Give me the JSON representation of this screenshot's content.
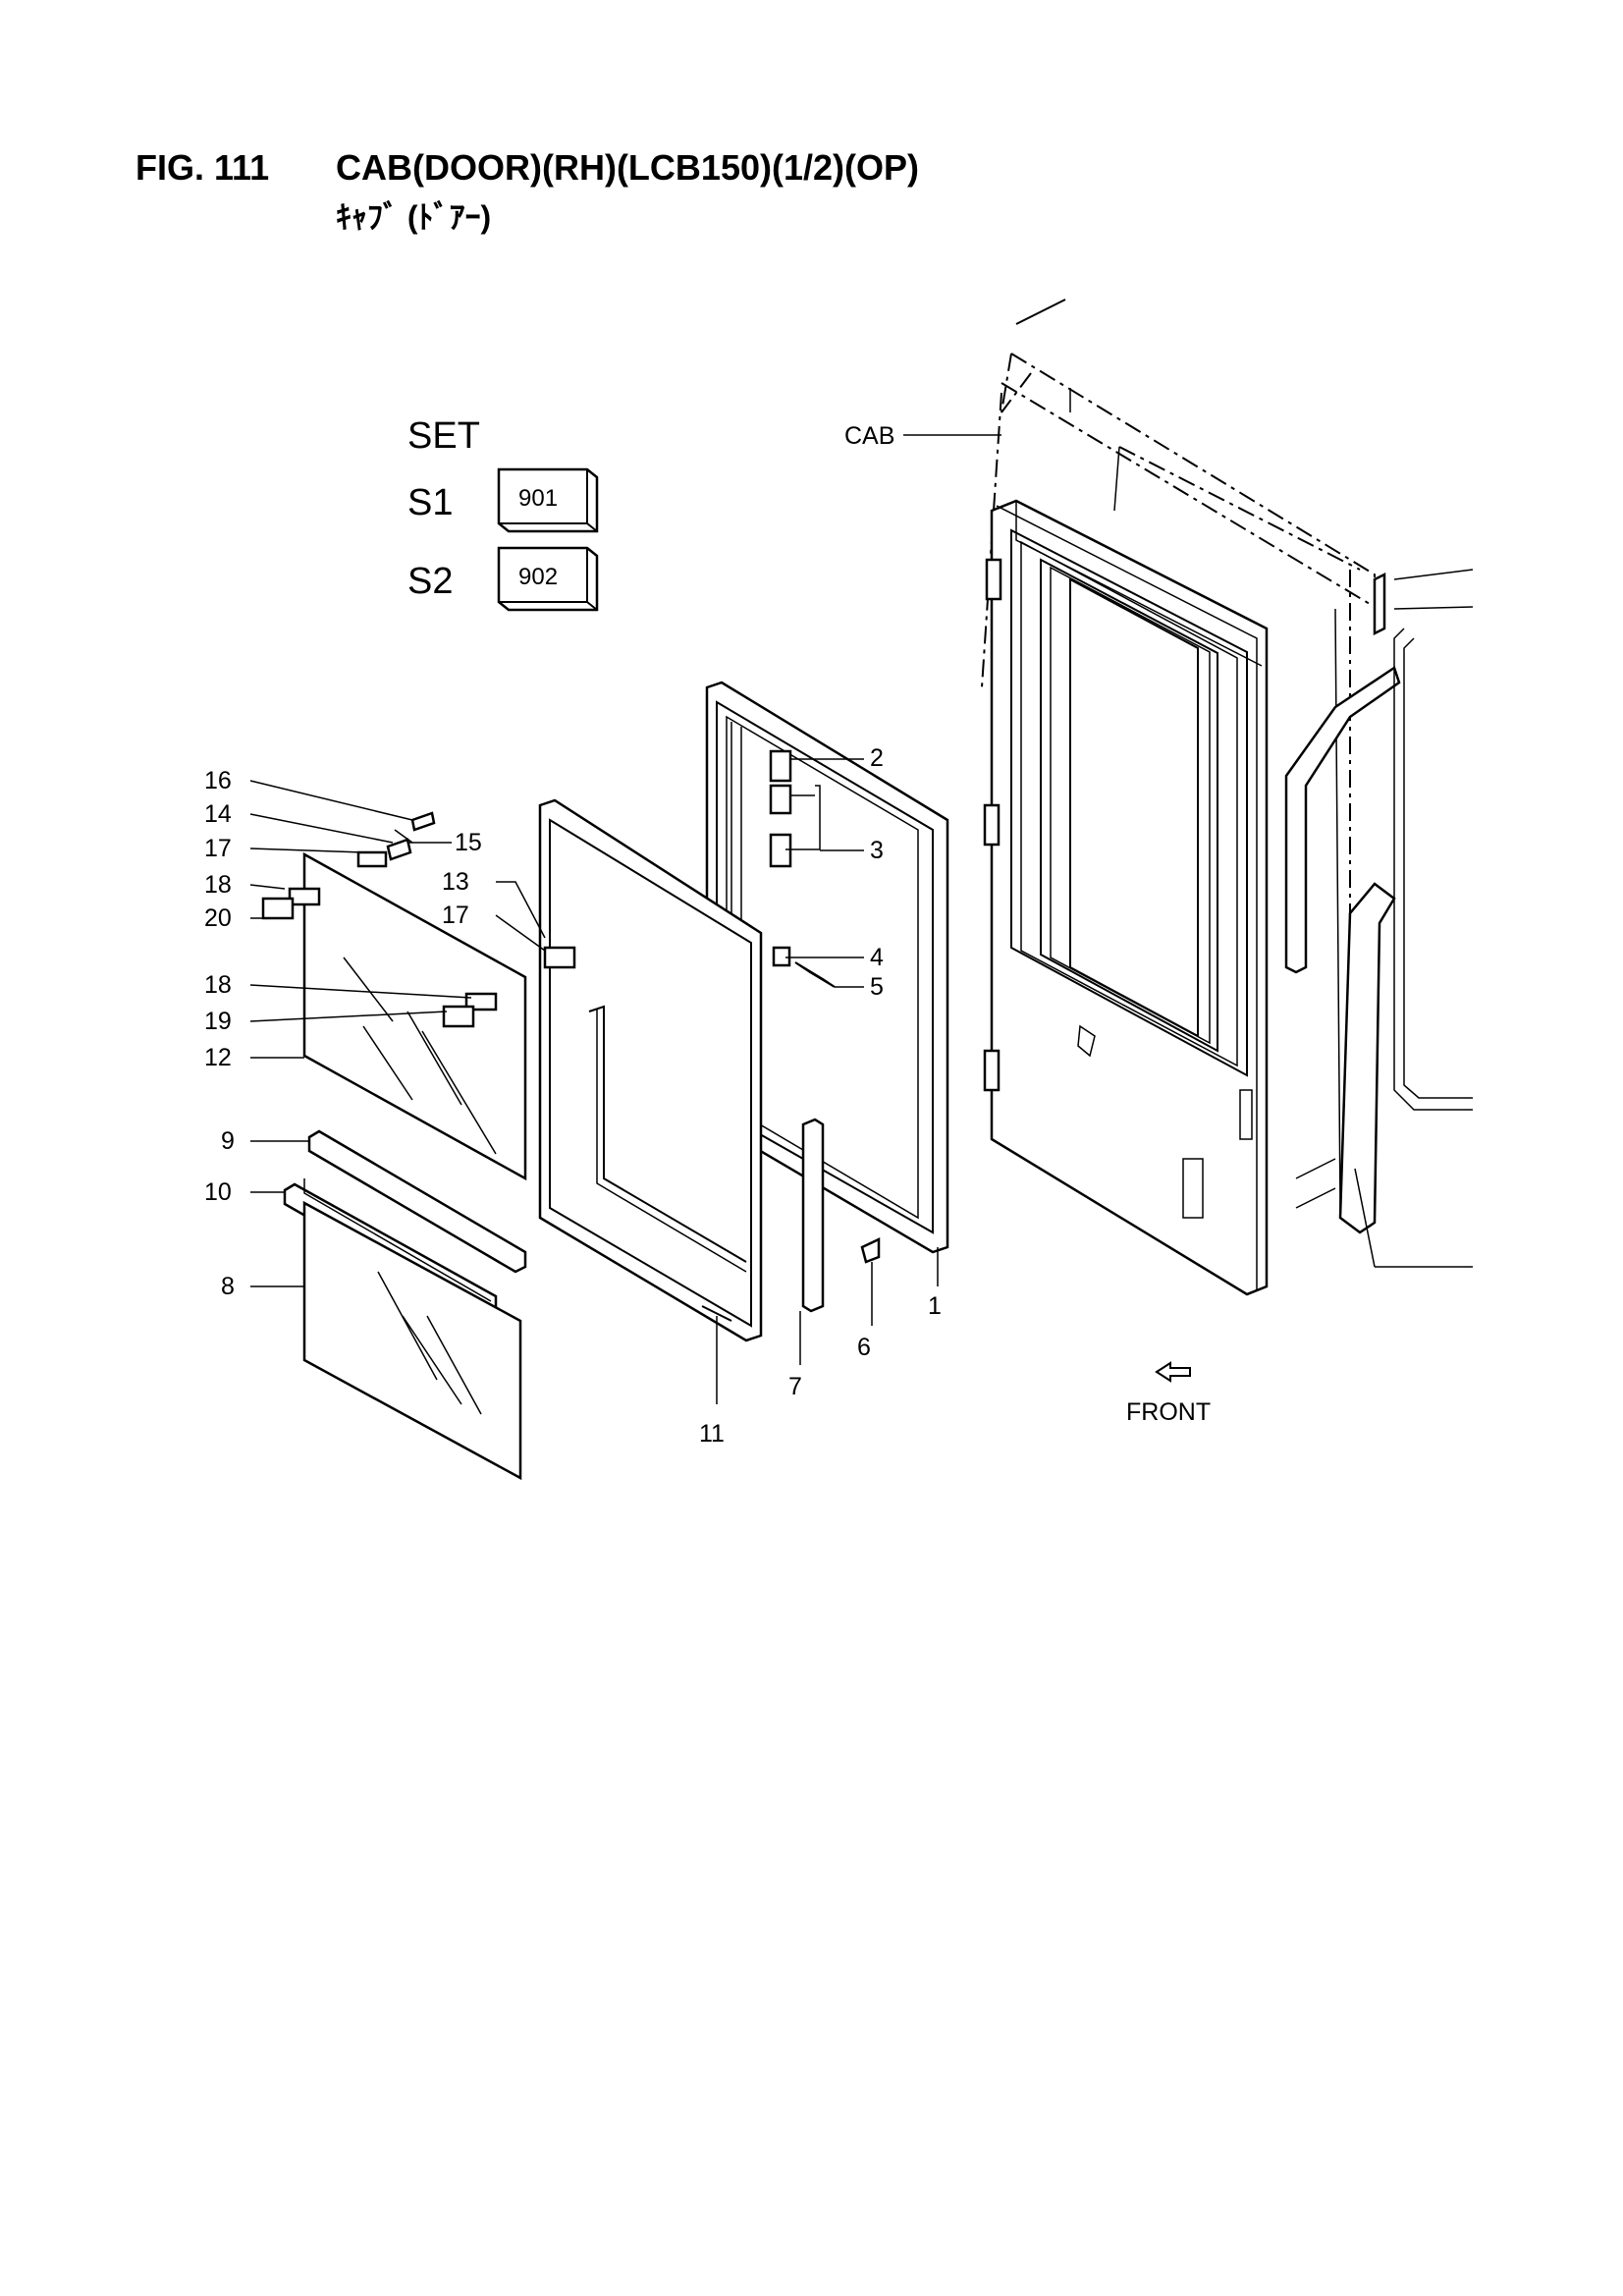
{
  "header": {
    "fig_number": "FIG. 111",
    "title": "CAB(DOOR)(RH)(LCB150)(1/2)(OP)",
    "subtitle": "ｷｬﾌﾞ (ﾄﾞｱｰ)"
  },
  "set_table": {
    "heading": "SET",
    "rows": [
      {
        "label": "S1",
        "code": "901"
      },
      {
        "label": "S2",
        "code": "902"
      }
    ]
  },
  "callouts": {
    "cab": "CAB",
    "front": "FRONT",
    "p1": "1",
    "p2": "2",
    "p3": "3",
    "p4": "4",
    "p5": "5",
    "p6": "6",
    "p7": "7",
    "p8": "8",
    "p9": "9",
    "p10": "10",
    "p11": "11",
    "p12": "12",
    "p13": "13",
    "p14": "14",
    "p15": "15",
    "p16": "16",
    "p17a": "17",
    "p17b": "17",
    "p18a": "18",
    "p18b": "18",
    "p19": "19",
    "p20": "20"
  }
}
